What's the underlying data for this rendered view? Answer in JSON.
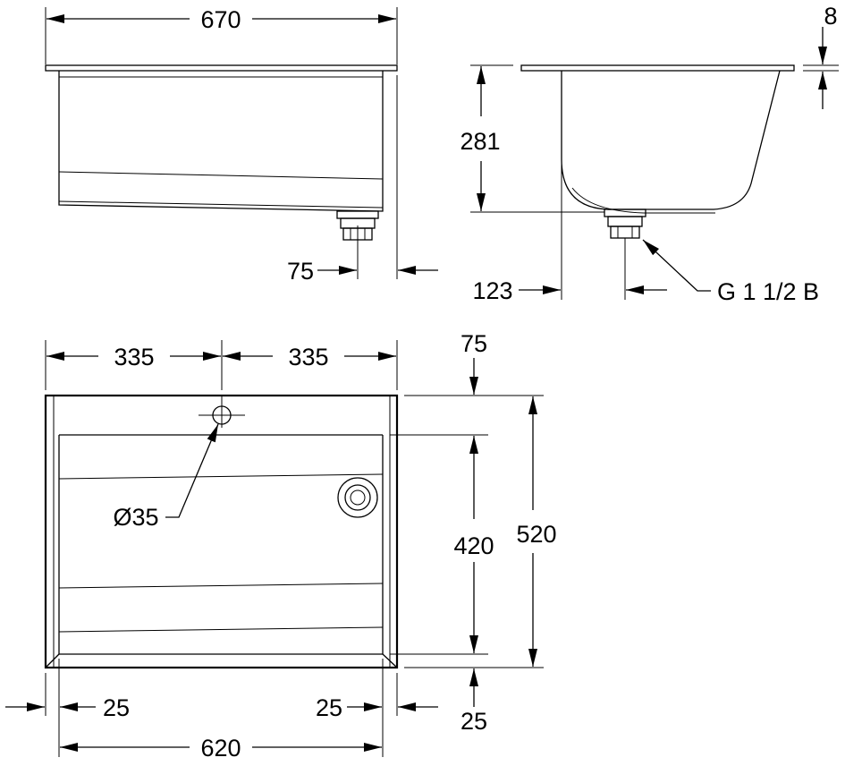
{
  "drawing": {
    "side_view": {
      "width_label": "670",
      "outlet_offset_label": "75"
    },
    "section_view": {
      "rim_thickness_label": "8",
      "depth_label": "281",
      "outlet_offset_label": "123",
      "thread_label": "G 1 1/2 B"
    },
    "plan_view": {
      "left_half_label": "335",
      "right_half_label": "335",
      "tap_hole_label": "Ø35",
      "top_offset_label": "75",
      "inner_depth_label": "420",
      "outer_depth_label": "520",
      "bottom_rim_label": "25",
      "left_rim_label": "25",
      "right_rim_label": "25",
      "inner_width_label": "620"
    }
  }
}
